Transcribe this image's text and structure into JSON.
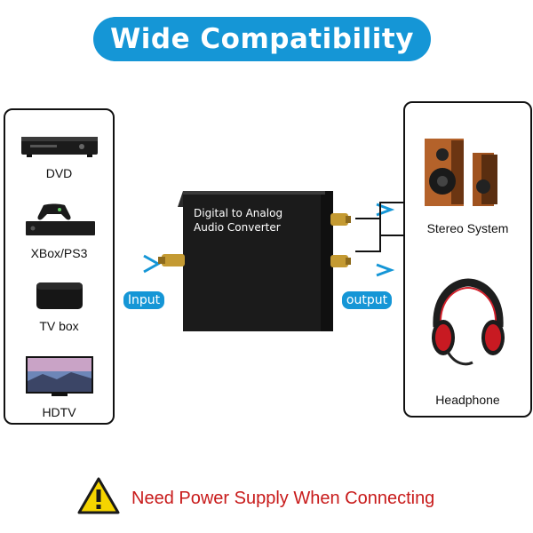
{
  "title": "Wide Compatibility",
  "inputs": [
    "DVD",
    "XBox/PS3",
    "TV box",
    "HDTV"
  ],
  "outputs": [
    "Stereo System",
    "Headphone"
  ],
  "converter": {
    "line1": "Digital to Analog",
    "line2": "Audio Converter"
  },
  "tags": {
    "input": "Input",
    "output": "output"
  },
  "warning": "Need Power Supply When Connecting",
  "colors": {
    "accent": "#1596d6",
    "warning_text": "#c81a1a",
    "warning_icon": "#f5d400"
  }
}
